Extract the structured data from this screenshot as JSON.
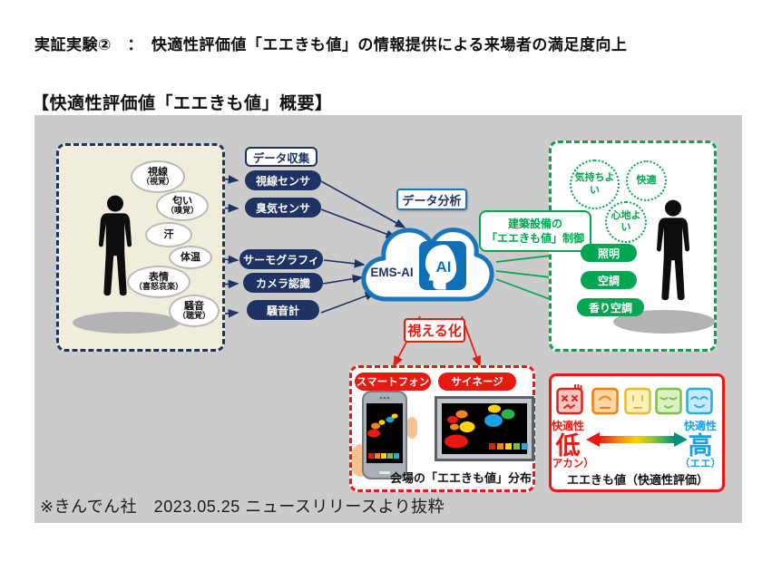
{
  "title": "実証実験②　：　快適性評価値「エエきも値」の情報提供による来場者の満足度向上",
  "section_heading": "【快適性評価値「エエきも値」概要】",
  "footnote": "※きんでん社　2023.05.25 ニュースリリースより抜粋",
  "colors": {
    "navy": "#1e3263",
    "blue": "#1b75bb",
    "green": "#00a650",
    "red": "#e8190f",
    "panel_gray": "#cbcbcb",
    "visitor_box_bg": "#f0edda",
    "scale_gradient": [
      "#e8190f",
      "#f5831f",
      "#ffd400",
      "#7ac143",
      "#00917c"
    ],
    "face_borders": [
      "#d7261d",
      "#ef8200",
      "#e5bb2a",
      "#7ac143",
      "#29abe2"
    ],
    "face_fills": [
      "#f6c5c0",
      "#fad7a8",
      "#fcf0bd",
      "#ddefc5",
      "#c9eafb"
    ]
  },
  "person_senses": [
    {
      "label": "視線",
      "sub": "（視覚）"
    },
    {
      "label": "匂い",
      "sub": "（嗅覚）"
    },
    {
      "label": "汗",
      "sub": ""
    },
    {
      "label": "体温",
      "sub": ""
    },
    {
      "label": "表情",
      "sub": "（喜怒哀楽）"
    },
    {
      "label": "騒音",
      "sub": "（聴覚）"
    }
  ],
  "data_collection": {
    "header": "データ収集",
    "sensors": [
      "視線センサ",
      "臭気センサ",
      "サーモグラフィ",
      "カメラ認識",
      "騒音計"
    ]
  },
  "data_analysis": {
    "header": "データ分析",
    "cloud_label": "EMS-AI",
    "ai_icon_label": "AI"
  },
  "building_control": {
    "label_line1": "建築設備の",
    "label_line2": "「エエきも値」制御",
    "targets": [
      "照明",
      "空調",
      "香り空調"
    ]
  },
  "comfort_feelings": [
    "気持ちよい",
    "快適",
    "心地よい"
  ],
  "visualization": {
    "label": "視える化",
    "device_smartphone": "スマートフォン",
    "device_signage": "サイネージ",
    "caption": "会場の「エエきも値」分布"
  },
  "comfort_scale": {
    "face_moods": [
      "angry",
      "uncomfortable",
      "neutral",
      "comfortable",
      "very-comfortable"
    ],
    "left_label": "快適性",
    "left_value": "低",
    "left_sub": "（アカン）",
    "right_label": "快適性",
    "right_value": "高",
    "right_sub": "（エエ）",
    "caption": "エエきも値（快適性評価）"
  }
}
